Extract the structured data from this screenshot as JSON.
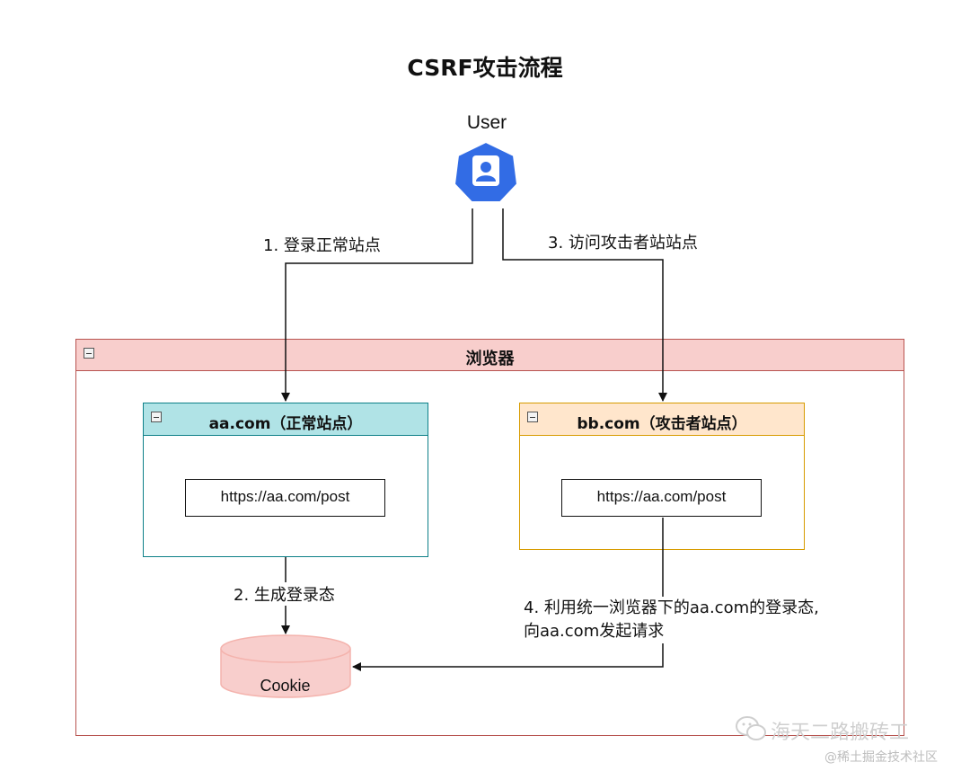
{
  "title": "CSRF攻击流程",
  "user": {
    "label": "User",
    "icon": "user-icon",
    "color": "#326ce5"
  },
  "browser": {
    "title": "浏览器",
    "fill": "#f8cecc",
    "stroke": "#b85450"
  },
  "site_a": {
    "title": "aa.com（正常站点）",
    "url": "https://aa.com/post",
    "fill": "#b0e3e6",
    "stroke": "#0e8088"
  },
  "site_b": {
    "title": "bb.com（攻击者站点）",
    "url": "https://aa.com/post",
    "fill": "#ffe6cc",
    "stroke": "#d79b00"
  },
  "cookie": {
    "label": "Cookie",
    "fill": "#f8cecc",
    "stroke": "#f4b3ad"
  },
  "edges": {
    "step1": "1. 登录正常站点",
    "step2": "2. 生成登录态",
    "step3": "3. 访问攻击者站站点",
    "step4_line1": "4. 利用统一浏览器下的aa.com的登录态,",
    "step4_line2": "向aa.com发起请求"
  },
  "watermark": {
    "line1": "海天二路搬砖工",
    "line2": "@稀土掘金技术社区",
    "icon": "wechat-icon"
  }
}
